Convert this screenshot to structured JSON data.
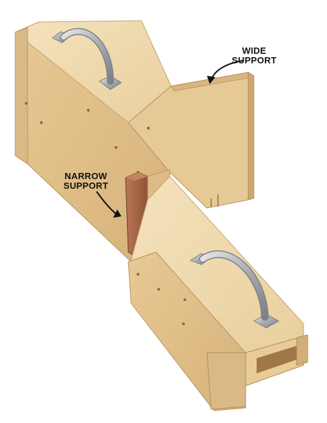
{
  "labels": {
    "wide_support": {
      "line1": "WIDE",
      "line2": "SUPPORT"
    },
    "narrow_support": {
      "line1": "NARROW",
      "line2": "SUPPORT"
    }
  },
  "colors": {
    "background": "#ffffff",
    "plywood_top": "#f0dcb2",
    "plywood_side": "#e2c08c",
    "plywood_shadow": "#c9a26a",
    "narrow_support_wood": "#a8674a",
    "ply_edge": "#dcbf8c",
    "handle_metal": "#b9bcbf",
    "label_text": "#111111"
  },
  "icons": [
    "handle-icon",
    "arrow-icon"
  ]
}
